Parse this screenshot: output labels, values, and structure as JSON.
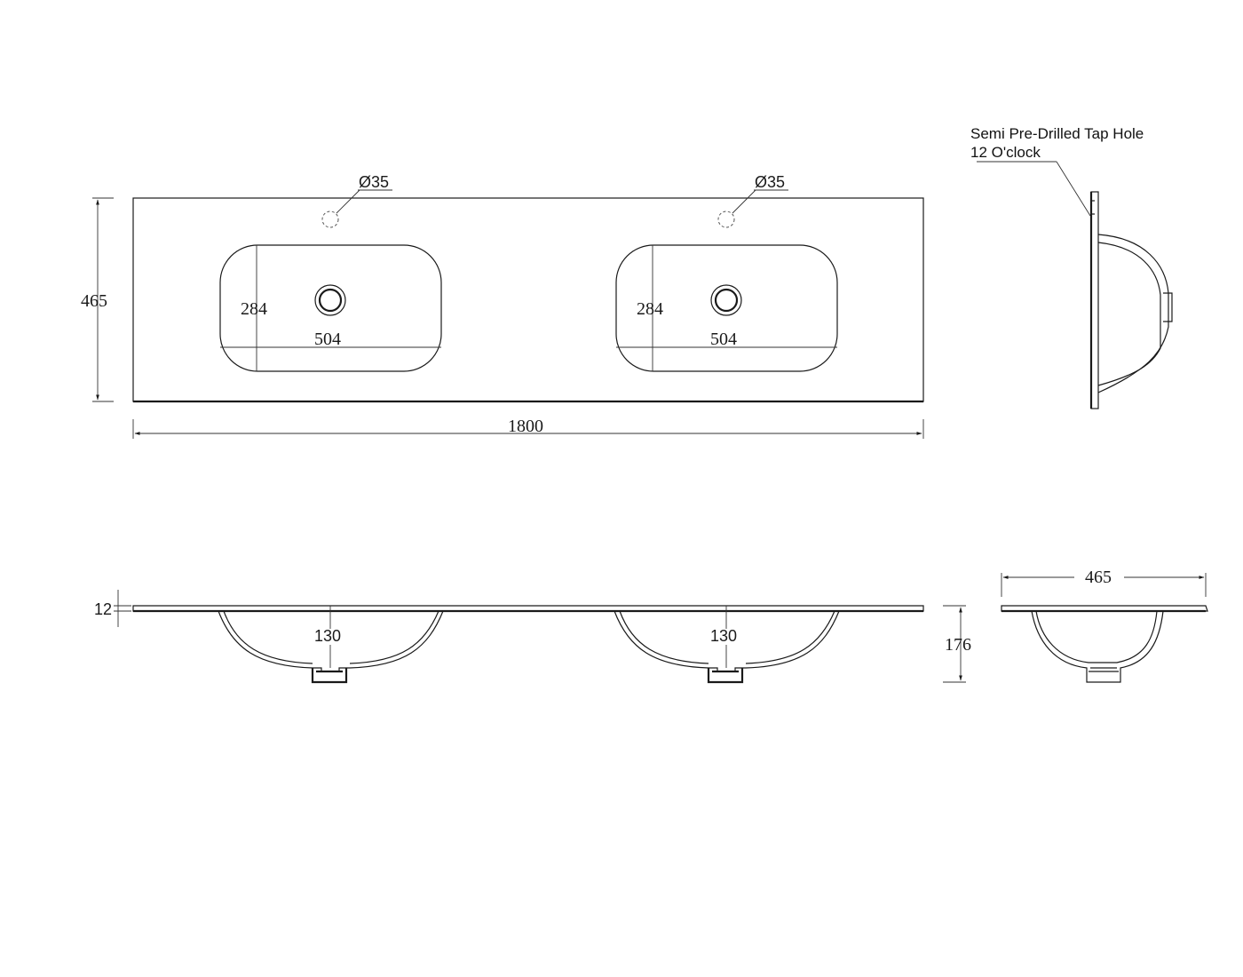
{
  "plan_view": {
    "overall_width": "1800",
    "overall_depth": "465",
    "basins": [
      {
        "tap_hole": "Ø35",
        "bowl_length": "504",
        "bowl_width": "284"
      },
      {
        "tap_hole": "Ø35",
        "bowl_length": "504",
        "bowl_width": "284"
      }
    ]
  },
  "side_view": {
    "note_line1": "Semi Pre-Drilled Tap Hole",
    "note_line2": "12 O'clock"
  },
  "front_view": {
    "top_thickness": "12",
    "bowl_depth_left": "130",
    "bowl_depth_right": "130",
    "overall_height": "176"
  },
  "end_view": {
    "depth": "465"
  },
  "colors": {
    "line": "#1a1a1a",
    "background": "#ffffff"
  }
}
